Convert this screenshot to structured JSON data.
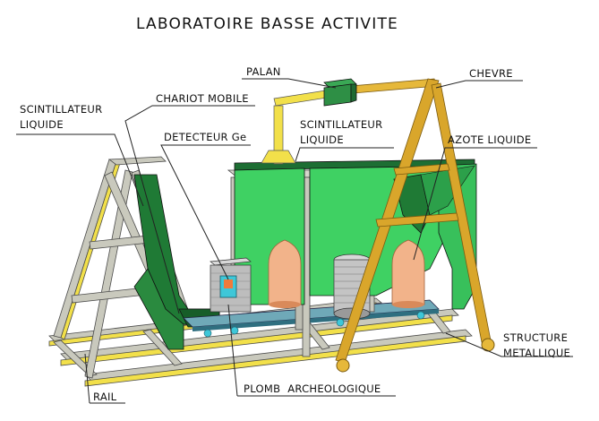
{
  "title": "LABORATOIRE BASSE ACTIVITE",
  "labels": {
    "palan": "PALAN",
    "chevre": "CHEVRE",
    "chariot": "CHARIOT MOBILE",
    "scint_left_1": "SCINTILLATEUR",
    "scint_left_2": "LIQUIDE",
    "scint_center_1": "SCINTILLATEUR",
    "scint_center_2": "LIQUIDE",
    "detecteur": "DETECTEUR Ge",
    "azote": "AZOTE LIQUIDE",
    "structure_1": "STRUCTURE",
    "structure_2": "METALLIQUE",
    "rail": "RAIL",
    "plomb": "PLOMB  ARCHEOLOGIQUE"
  },
  "colors": {
    "frame_grey": "#c9c9bd",
    "frame_yellow": "#f2e04a",
    "green_tank": "#3fd163",
    "dark_green": "#1f7a35",
    "hoist": "#2e8f45",
    "gantry": "#d9a62b",
    "copper": "#f2b38a",
    "cyan": "#3ec7d8",
    "dark": "#2a2a2a"
  }
}
